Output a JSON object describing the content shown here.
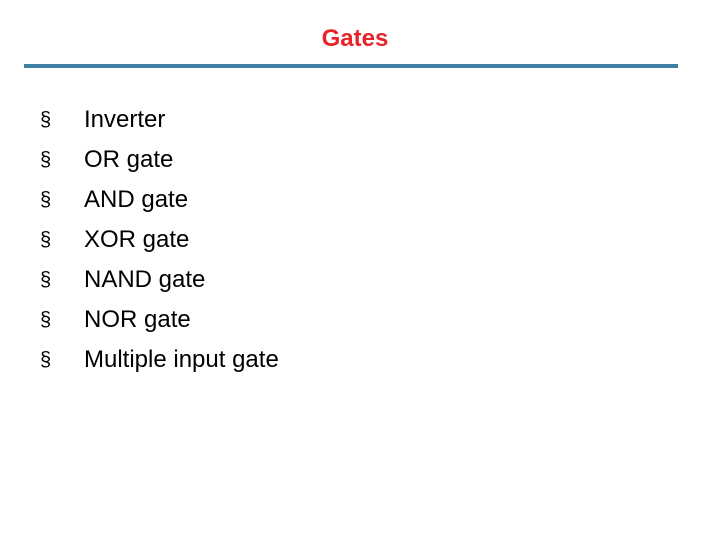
{
  "slide": {
    "title": "Gates",
    "title_color": "#e8232a",
    "rule_color": "#3d7fa0",
    "bullet_marker": "§",
    "items": [
      "Inverter",
      "OR gate",
      "AND gate",
      "XOR gate",
      "NAND gate",
      "NOR gate",
      "Multiple input gate"
    ]
  }
}
